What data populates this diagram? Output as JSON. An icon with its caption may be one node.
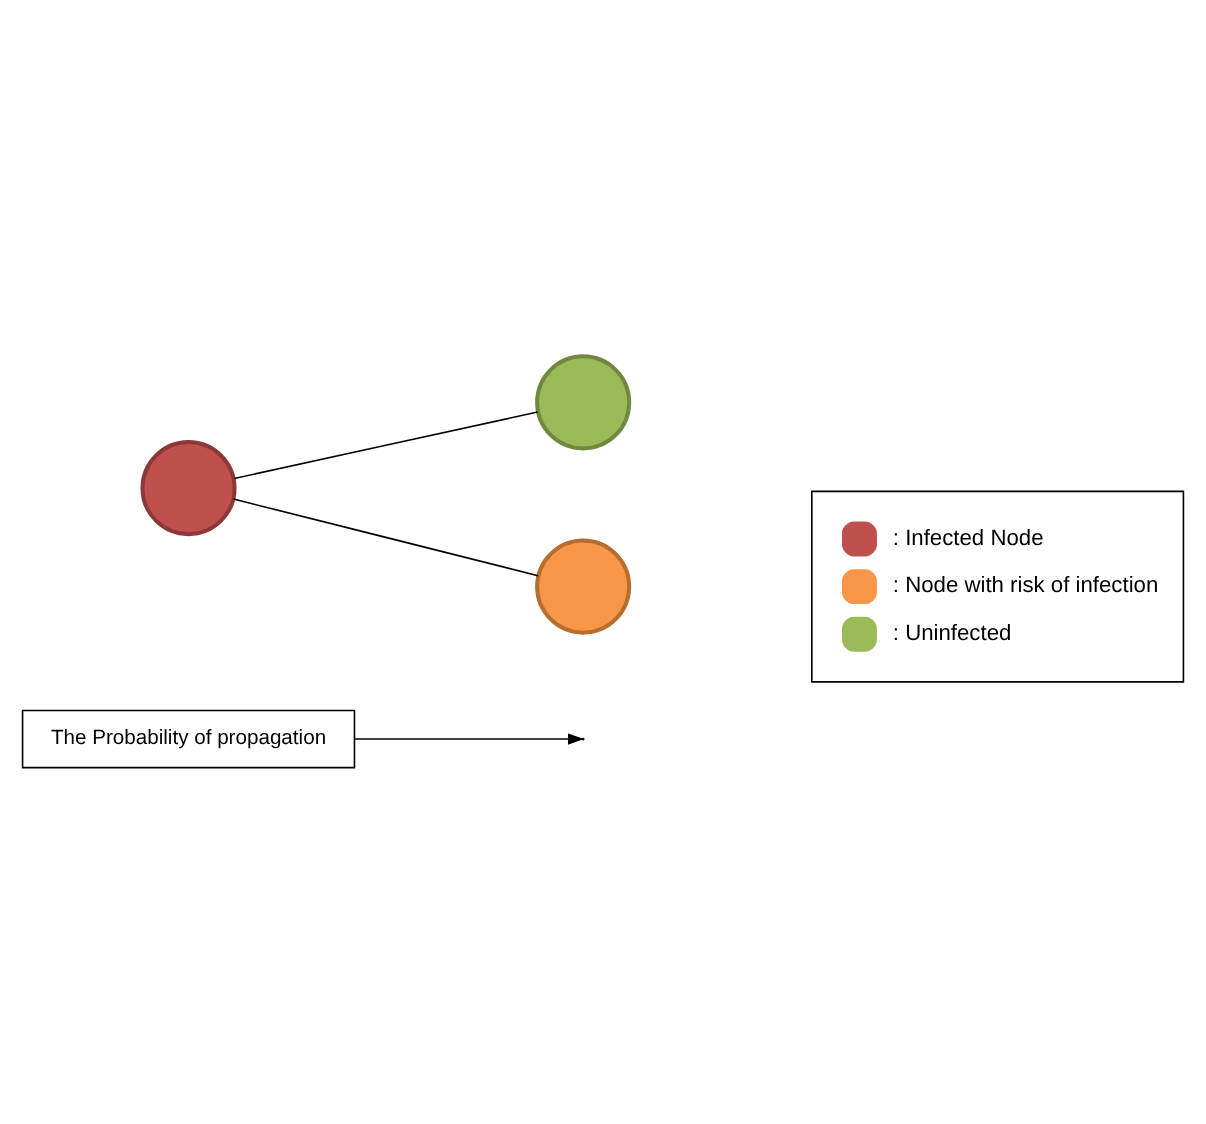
{
  "diagram": {
    "nodes": [
      {
        "text": [
          "The Probability of propagation"
        ]
      },
      {
        "text": [],
        "shape": "circle"
      },
      {
        "text": [],
        "shape": "circle"
      },
      {
        "text": [],
        "shape": "circle"
      }
    ],
    "edges": [
      {
        "from": 0,
        "to": null,
        "arrow": "to"
      },
      {
        "from": 1,
        "to": 2,
        "arrow": "none"
      },
      {
        "from": 1,
        "to": 3,
        "arrow": "none"
      }
    ],
    "legend": [
      {
        "text": ": Infected Node",
        "color": "#c0504d"
      },
      {
        "text": ": Node with risk of infection",
        "color": "#f79646"
      },
      {
        "text": ": Uninfected",
        "color": "#9bbb59"
      }
    ]
  }
}
